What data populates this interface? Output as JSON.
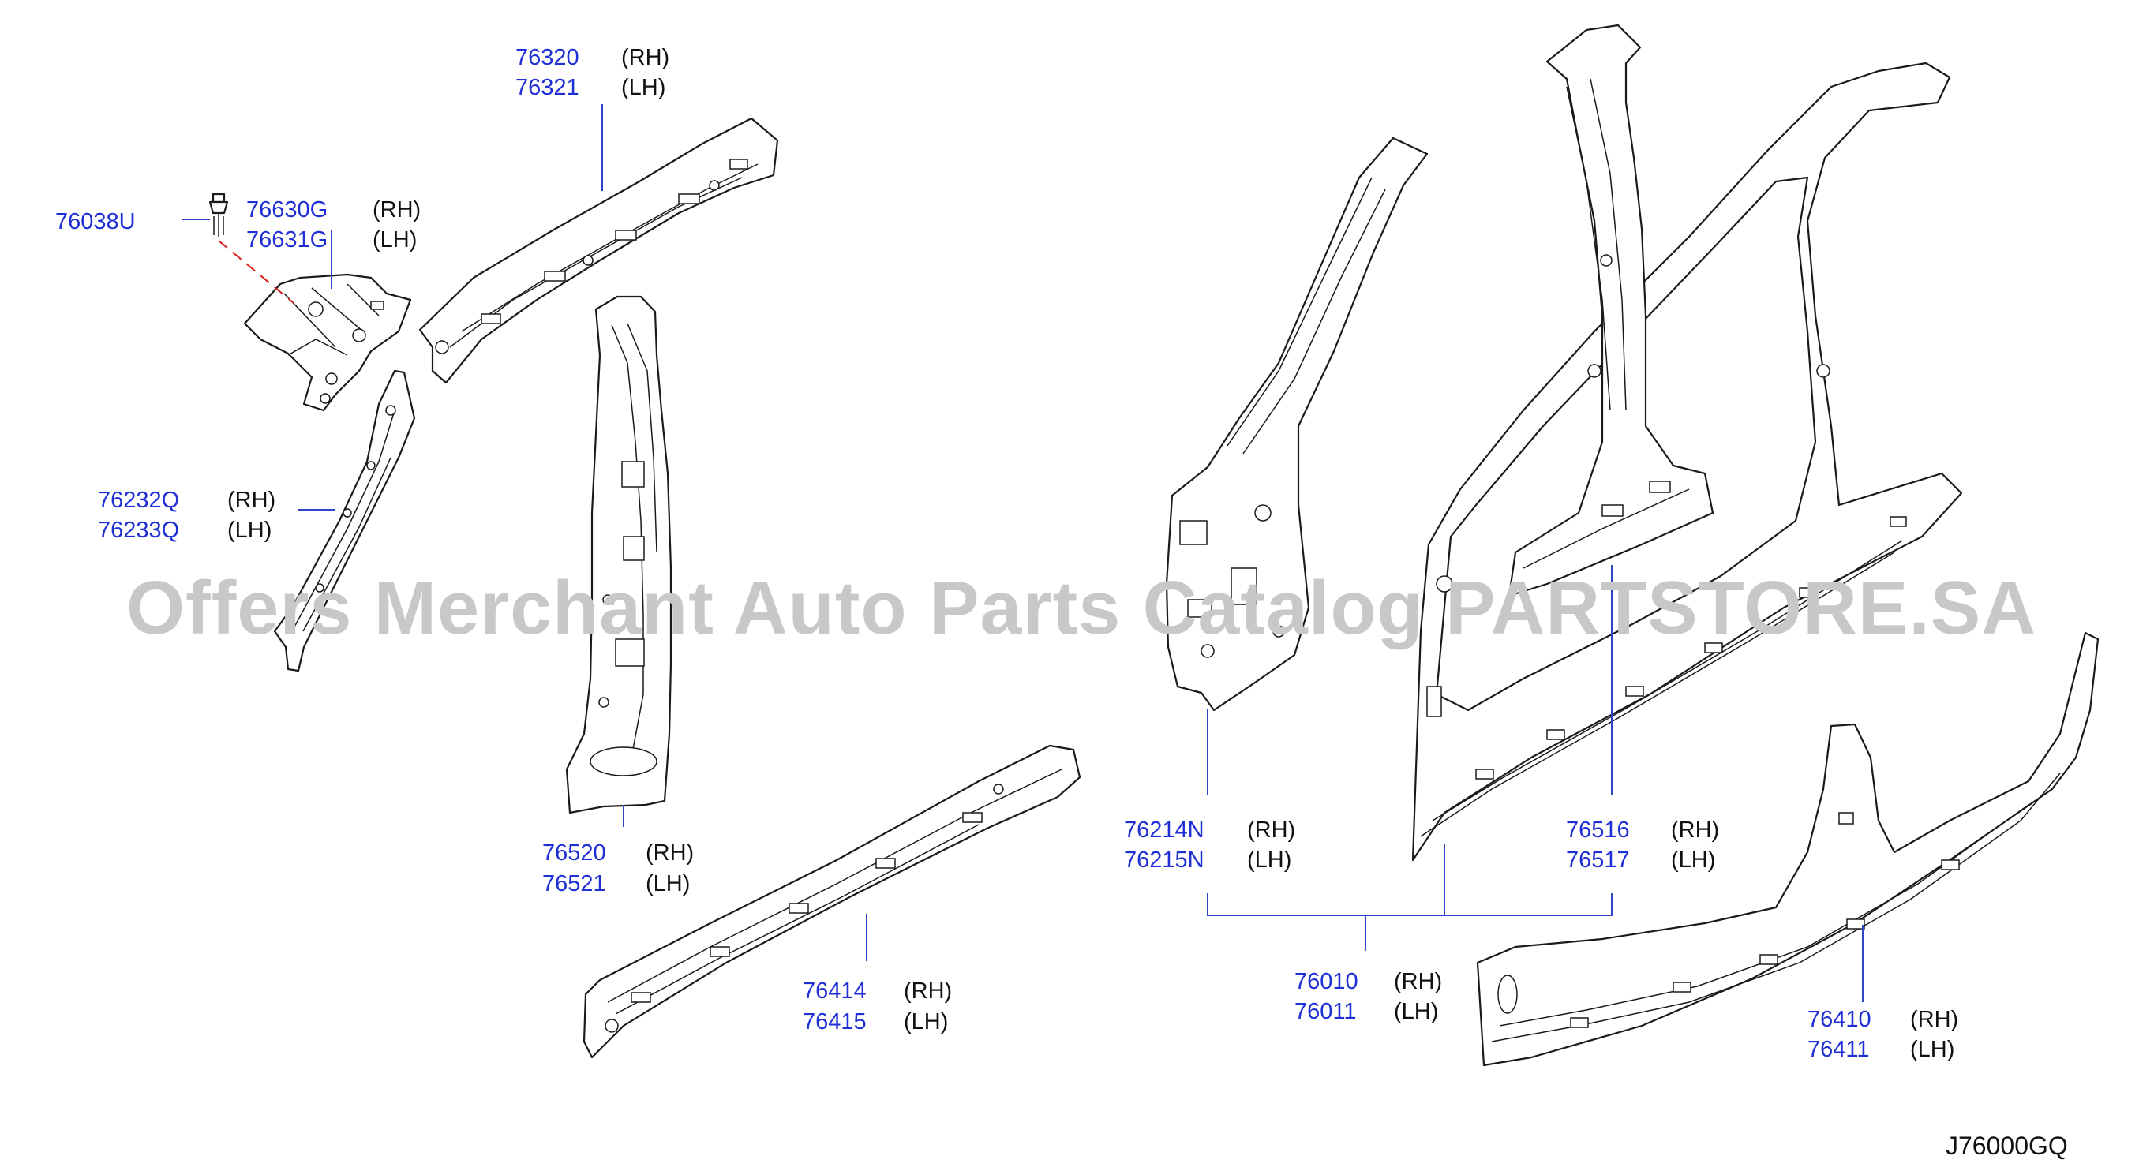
{
  "watermark": "Offers Merchant Auto Parts Catalog PARTSTORE.SA",
  "diagram_code": "J76000GQ",
  "callouts": [
    {
      "id": "c76038",
      "part": "76038U",
      "side": ""
    },
    {
      "id": "c76630",
      "part": "76630G",
      "side": "(RH)"
    },
    {
      "id": "c76631",
      "part": "76631G",
      "side": "(LH)"
    },
    {
      "id": "c76320",
      "part": "76320",
      "side": "(RH)"
    },
    {
      "id": "c76321",
      "part": "76321",
      "side": "(LH)"
    },
    {
      "id": "c76232",
      "part": "76232Q",
      "side": "(RH)"
    },
    {
      "id": "c76233",
      "part": "76233Q",
      "side": "(LH)"
    },
    {
      "id": "c76520",
      "part": "76520",
      "side": "(RH)"
    },
    {
      "id": "c76521",
      "part": "76521",
      "side": "(LH)"
    },
    {
      "id": "c76414",
      "part": "76414",
      "side": "(RH)"
    },
    {
      "id": "c76415",
      "part": "76415",
      "side": "(LH)"
    },
    {
      "id": "c76214",
      "part": "76214N",
      "side": "(RH)"
    },
    {
      "id": "c76215",
      "part": "76215N",
      "side": "(LH)"
    },
    {
      "id": "c76516",
      "part": "76516",
      "side": "(RH)"
    },
    {
      "id": "c76517",
      "part": "76517",
      "side": "(LH)"
    },
    {
      "id": "c76010",
      "part": "76010",
      "side": "(RH)"
    },
    {
      "id": "c76011",
      "part": "76011",
      "side": "(LH)"
    },
    {
      "id": "c76410",
      "part": "76410",
      "side": "(RH)"
    },
    {
      "id": "c76411",
      "part": "76411",
      "side": "(LH)"
    }
  ]
}
